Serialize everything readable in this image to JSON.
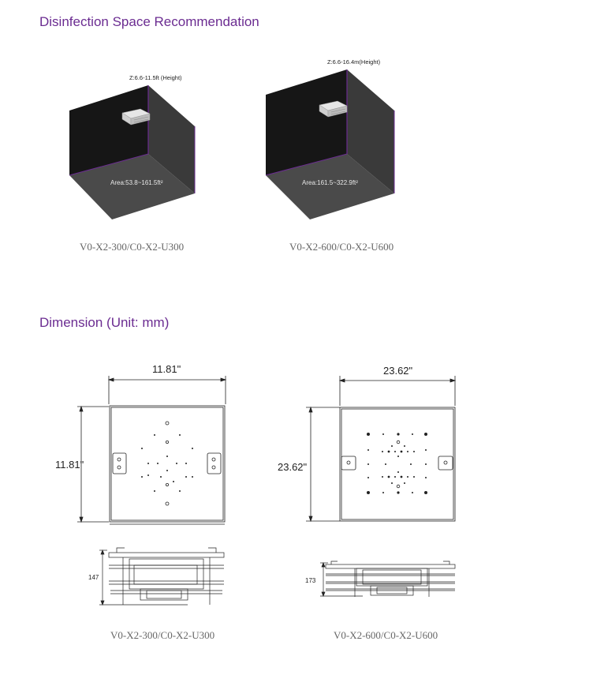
{
  "sections": {
    "disinfection_title": "Disinfection Space Recommendation",
    "dimension_title": "Dimension (Unit: mm)"
  },
  "space": {
    "left": {
      "height_label": "Z:6.6-11.5ft (Height)",
      "area_label": "Area:53.8~161.5ft²",
      "model": "V0-X2-300/C0-X2-U300"
    },
    "right": {
      "height_label": "Z:6.6-16.4m(Height)",
      "area_label": "Area:161.5~322.9ft²",
      "model": "V0-X2-600/C0-X2-U600"
    }
  },
  "dimension": {
    "left": {
      "width": "11.81\"",
      "height": "11.81\"",
      "side_height": "147",
      "model": "V0-X2-300/C0-X2-U300"
    },
    "right": {
      "width": "23.62\"",
      "height": "23.62\"",
      "side_height": "173",
      "model": "V0-X2-600/C0-X2-U600"
    }
  },
  "colors": {
    "heading": "#6b2c91",
    "cube_dark": "#222222",
    "cube_mid": "#3a3a3a",
    "cube_edge": "#6b2c91"
  }
}
